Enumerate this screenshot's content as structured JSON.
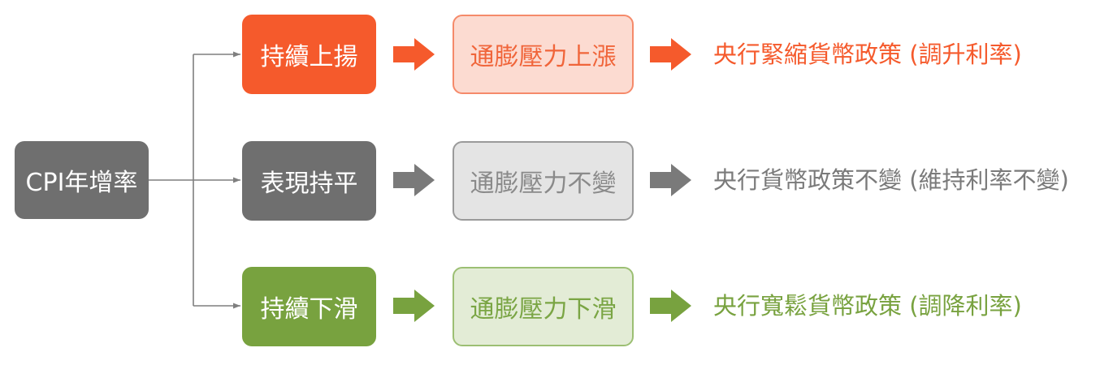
{
  "root": {
    "label": "CPI年增率",
    "color": "#6f6f6f"
  },
  "branches": [
    {
      "trend": "持續上揚",
      "pressure": "通膨壓力上漲",
      "policy": "央行緊縮貨幣政策 (調升利率)",
      "colors": {
        "solid": "#f55a2c",
        "light_fill": "#fcdbd1",
        "light_border": "#f58a6a",
        "light_text": "#f0653a",
        "arrow": "#f55a2c",
        "policy_text": "#f55a2c"
      }
    },
    {
      "trend": "表現持平",
      "pressure": "通膨壓力不變",
      "policy": "央行貨幣政策不變 (維持利率不變)",
      "colors": {
        "solid": "#6f6f6f",
        "light_fill": "#e4e4e4",
        "light_border": "#9a9a9a",
        "light_text": "#8a8a8a",
        "arrow": "#7a7a7a",
        "policy_text": "#7a7a7a"
      }
    },
    {
      "trend": "持續下滑",
      "pressure": "通膨壓力下滑",
      "policy": "央行寬鬆貨幣政策 (調降利率)",
      "colors": {
        "solid": "#78a23f",
        "light_fill": "#e3ecd6",
        "light_border": "#9cbf73",
        "light_text": "#7aa544",
        "arrow": "#78a23f",
        "policy_text": "#78a23f"
      }
    }
  ],
  "connector_color": "#7f7f7f"
}
